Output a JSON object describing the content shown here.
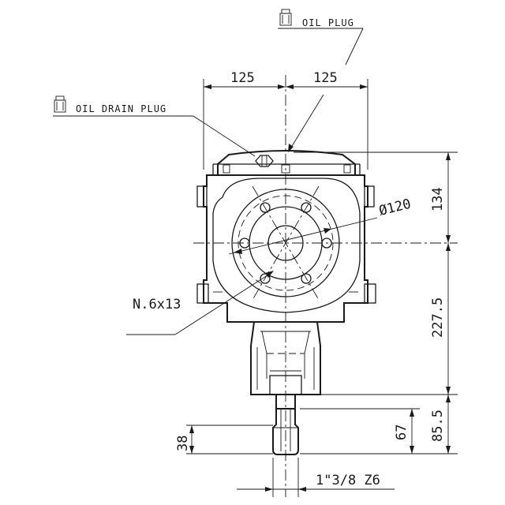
{
  "labels": {
    "oil_plug": "OIL PLUG",
    "oil_drain_plug": "OIL DRAIN PLUG",
    "bolt_holes": "N.6x13",
    "shaft_spline": "1\"3/8 Z6"
  },
  "dimensions": {
    "half_width_left": "125",
    "half_width_right": "125",
    "bolt_circle_diameter": "Ø120",
    "top_to_center": "134",
    "center_to_flange": "227.5",
    "shaft_length_total": "85.5",
    "shaft_spline_length": "67",
    "shaft_end_section": "38"
  },
  "icons": [
    "plug-icon",
    "plug-icon"
  ]
}
